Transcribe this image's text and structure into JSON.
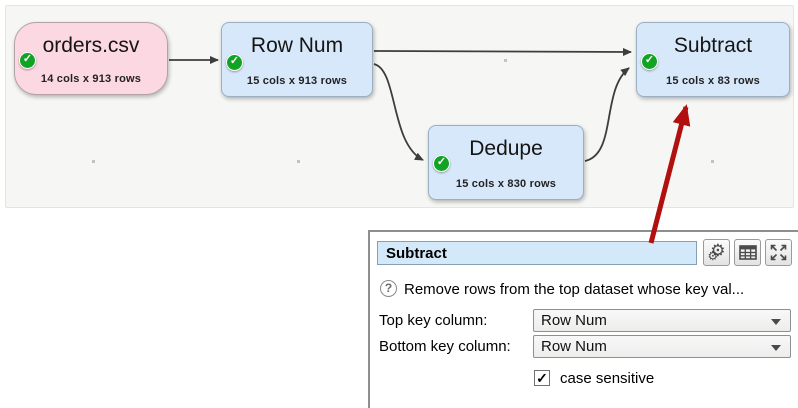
{
  "canvas": {
    "nodes": [
      {
        "title": "orders.csv",
        "subtitle": "14 cols x 913 rows",
        "kind": "input",
        "status": "ok"
      },
      {
        "title": "Row Num",
        "subtitle": "15 cols x 913 rows",
        "kind": "transform",
        "status": "ok"
      },
      {
        "title": "Dedupe",
        "subtitle": "15 cols x 830 rows",
        "kind": "transform",
        "status": "ok"
      },
      {
        "title": "Subtract",
        "subtitle": "15 cols x 83 rows",
        "kind": "transform",
        "status": "ok"
      }
    ]
  },
  "panel": {
    "title_value": "Subtract",
    "help_text": "Remove rows from the top dataset whose key val...",
    "fields": [
      {
        "label": "Top key column:",
        "value": "Row Num"
      },
      {
        "label": "Bottom key column:",
        "value": "Row Num"
      }
    ],
    "checkbox": {
      "label": "case sensitive",
      "checked": true
    }
  },
  "icons": {
    "status_check": "✓",
    "help": "?",
    "checkbox_check": "✓",
    "gear": "⚙"
  },
  "colors": {
    "input_node_fill": "#fcd8e2",
    "transform_node_fill": "#d7e8fa",
    "status_green": "#12a325",
    "annotation_red": "#b20f0f",
    "title_field_fill": "#d3e9f9",
    "edge_gray": "#3d3d3d"
  }
}
